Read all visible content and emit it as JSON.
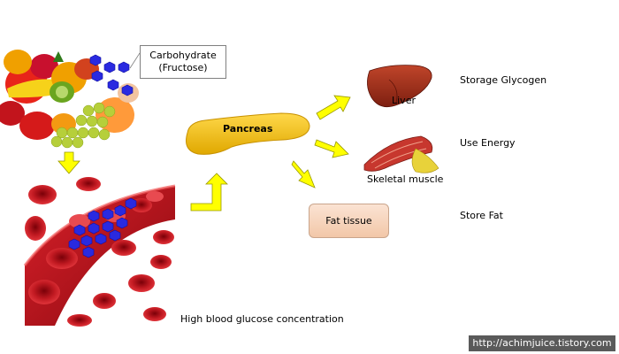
{
  "carbohydrate": {
    "line1": "Carbohydrate",
    "line2": "(Fructose)"
  },
  "pancreas_label": "Pancreas",
  "liver_label": "Liver",
  "muscle_label": "Skeletal muscle",
  "fat_label": "Fat tissue",
  "outcomes": {
    "storage": "Storage Glycogen",
    "energy": "Use Energy",
    "fat": "Store Fat"
  },
  "blood_caption": "High blood glucose concentration",
  "watermark": "http://achimjuice.tistory.com",
  "colors": {
    "arrow": "#ffff00",
    "pancreas": "#f2c200",
    "glucose": "#2222dd",
    "blood": "#b3121a"
  }
}
